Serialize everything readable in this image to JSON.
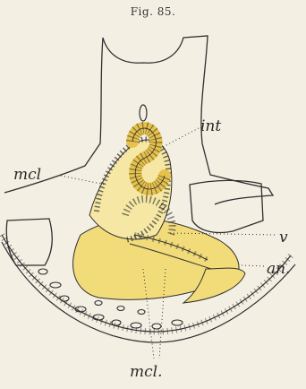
{
  "figure": {
    "title": "Fig. 85."
  },
  "labels": {
    "int": "int",
    "mcl_upper": "mcl",
    "v": "v",
    "an": "an.",
    "mcl_lower": "mcl."
  },
  "colors": {
    "background": "#f4efe3",
    "ink": "#2f2f2f",
    "yolk": "#f2dc7a",
    "yolk_light": "#f6e8a4"
  }
}
